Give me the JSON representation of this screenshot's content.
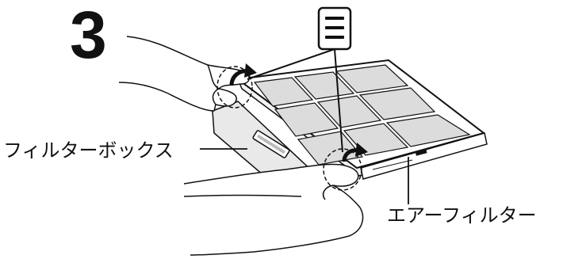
{
  "step": {
    "number": "3"
  },
  "labels": {
    "filter_box": "フィルターボックス",
    "air_filter": "エアーフィルター"
  },
  "icons": {
    "lines_icon": "three-horizontal-lines-icon",
    "rotate_arrows": "curved-arrow-icon",
    "hands": "hand-illustration"
  },
  "colors": {
    "ink": "#111111",
    "mesh": "#dcdcdc",
    "box": "#e9e9e9"
  }
}
